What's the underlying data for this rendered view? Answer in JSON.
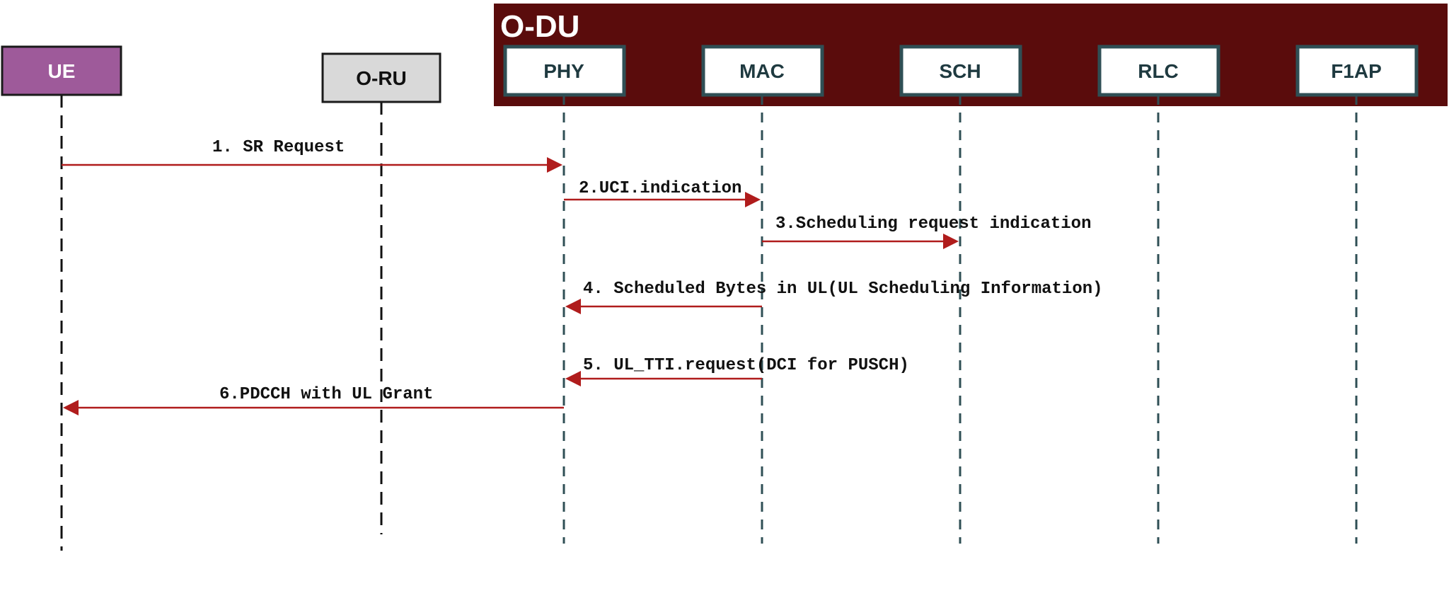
{
  "group": {
    "label": "O-DU",
    "color": "#5a0c0c",
    "label_color": "#ffffff"
  },
  "participants": [
    {
      "id": "ue",
      "label": "UE",
      "fill": "#9e5a9a",
      "stroke": "#1a1a1a",
      "text": "#ffffff",
      "line": "#111111"
    },
    {
      "id": "oru",
      "label": "O-RU",
      "fill": "#d9d9d9",
      "stroke": "#1a1a1a",
      "text": "#111111",
      "line": "#111111"
    },
    {
      "id": "phy",
      "label": "PHY",
      "fill": "#ffffff",
      "stroke": "#2f4f55",
      "text": "#1f3a40",
      "line": "#2f4f55"
    },
    {
      "id": "mac",
      "label": "MAC",
      "fill": "#ffffff",
      "stroke": "#2f4f55",
      "text": "#1f3a40",
      "line": "#2f4f55"
    },
    {
      "id": "sch",
      "label": "SCH",
      "fill": "#ffffff",
      "stroke": "#2f4f55",
      "text": "#1f3a40",
      "line": "#2f4f55"
    },
    {
      "id": "rlc",
      "label": "RLC",
      "fill": "#ffffff",
      "stroke": "#2f4f55",
      "text": "#1f3a40",
      "line": "#2f4f55"
    },
    {
      "id": "f1ap",
      "label": "F1AP",
      "fill": "#ffffff",
      "stroke": "#2f4f55",
      "text": "#1f3a40",
      "line": "#2f4f55"
    }
  ],
  "messages": [
    {
      "from": "ue",
      "to": "phy",
      "label": "1. SR Request"
    },
    {
      "from": "phy",
      "to": "mac",
      "label": "2.UCI.indication"
    },
    {
      "from": "mac",
      "to": "sch",
      "label": "3.Scheduling request indication"
    },
    {
      "from": "mac",
      "to": "phy",
      "label": "4. Scheduled Bytes in UL(UL Scheduling Information)"
    },
    {
      "from": "mac",
      "to": "phy",
      "label": "5. UL_TTI.request(DCI for PUSCH)"
    },
    {
      "from": "phy",
      "to": "ue",
      "label": "6.PDCCH with UL Grant"
    }
  ],
  "arrow_color": "#b01c1c",
  "message_text_color": "#111111"
}
